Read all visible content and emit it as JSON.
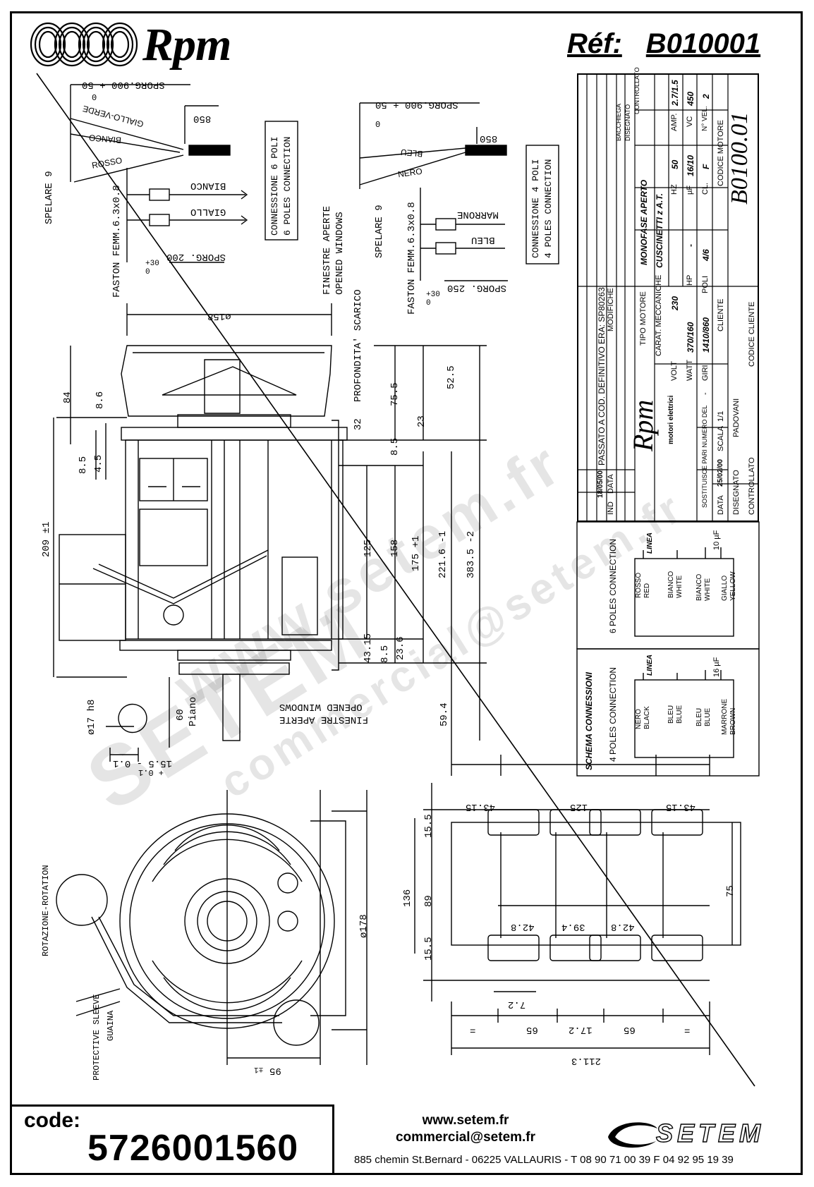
{
  "header": {
    "brand": "Rpm",
    "reference_label": "Réf:",
    "reference_value": "B010001"
  },
  "connection_6": {
    "title_line1": "CONNESSIONE 6 POLI",
    "title_line2": "6 POLES CONNECTION",
    "wire_gv": "GIALLO-VERDE",
    "wire_bianco": "BIANCO",
    "wire_rosso": "ROSSO",
    "term_bianco": "BIANCO",
    "term_giallo": "GIALLO",
    "sporg_top": "SPORG.900 + 50",
    "sporg_top_tol": "0",
    "sporg_bottom": "SPORG. 200",
    "sporg_bottom_tol1": "+30",
    "sporg_bottom_tol2": "0",
    "dim_850": "850",
    "spelare": "SPELARE 9",
    "fastom": "FASTON FEMM.6.3x0.8"
  },
  "connection_4": {
    "title_line1": "CONNESSIONE 4 POLI",
    "title_line2": "4 POLES CONNECTION",
    "wire_bleu": "BLEU",
    "wire_nero": "NERO",
    "term_marrone": "MARRONE",
    "term_bleu": "BLEU",
    "sporg_top": "SPORG.900 + 50",
    "sporg_top_tol": "0",
    "sporg_bottom": "SPORG. 250",
    "sporg_bottom_tol1": "+30",
    "sporg_bottom_tol2": "0",
    "dim_850": "850",
    "spelare": "SPELARE 9",
    "fastom": "FASTON FEMM.6.3x0.8"
  },
  "side_view": {
    "finestre1": "FINESTRE APERTE",
    "finestre2": "OPENED WINDOWS",
    "profondita": "PROFONDITA' SCARICO",
    "dia158": "ø158",
    "d84": "84",
    "d86": "8.6",
    "d85": "8.5",
    "d45": "4.5",
    "d209": "209 ±1",
    "d32": "32",
    "d755": "75.5",
    "d23": "23",
    "d85b": "8.5",
    "d525": "52.5",
    "d125": "125",
    "d158": "158",
    "d175": "175 +1",
    "d2216": "221.6 -1",
    "d3835": "383.5 -2",
    "d4315": "43.15",
    "d85c": "8.5",
    "d236": "23.6",
    "d594": "59.4",
    "d60": "60",
    "piano": "Piano",
    "d17": "ø17 h8",
    "d155": "15.5 - 0.1",
    "d155tol": "+ 0.1",
    "bottom_finestre1": "FINESTRE APERTE",
    "bottom_finestre2": "OPENED WINDOWS"
  },
  "front_view": {
    "rotazione": "ROTAZIONE-ROTATION",
    "sleeve": "PROTECTIVE SLEEVE",
    "guaina": "GUAINA",
    "dia178": "ø178",
    "d95": "95",
    "d95tol": "±1"
  },
  "base_view": {
    "d4315a": "43.15",
    "d125": "125",
    "d4315b": "43.15",
    "d155a": "15.5",
    "d136": "136",
    "d89": "89",
    "d155b": "15.5",
    "d75": "75",
    "d428a": "42.8",
    "d394": "39.4",
    "d428b": "42.8",
    "d72": "7.2",
    "eq1": "=",
    "d65a": "65",
    "d172": "17.2",
    "d65b": "65",
    "eq2": "=",
    "d2113": "211.3"
  },
  "title_block": {
    "rev_row_date": "18/05/00",
    "rev_row_text": "PASSATO A COD. DEFINITIVO ERA: SP80263",
    "col_ind": "IND",
    "col_data": "DATA",
    "col_modifiche": "MODIFICHE",
    "col_bacchiega": "BACCHIEGA",
    "col_disegnato": "DISEGNATO",
    "col_controllato": "CONTROLLATO",
    "brand": "Rpm",
    "brand_sub": "motori elettrici",
    "tipo_motore_label": "TIPO MOTORE",
    "tipo_motore_value": "MONOFASE APERTO",
    "carat_label": "CARAT. MECCANICHE",
    "carat_value": "CUSCINETTI z A.T.",
    "volt_label": "VOLT",
    "volt_value": "230",
    "hz_label": "HZ",
    "hz_value": "50",
    "amp_label": "AMP.",
    "amp_value": "2.7/1.5",
    "watt_label": "WATT",
    "watt_value": "370/160",
    "hp_label": "HP",
    "hp_value": "-",
    "uf_label": "µF",
    "uf_value": "16/10",
    "vc_label": "VC",
    "vc_value": "450",
    "giri_label": "GIRI",
    "giri_value": "1410/860",
    "poli_label": "POLI",
    "poli_value": "4/6",
    "cl_label": "CL.",
    "cl_value": "F",
    "nvel_label": "N° VEL.",
    "nvel_value": "2",
    "sostituisce_label": "SOSTITUISCE PARI NUMERO DEL",
    "sostituisce_value": "-",
    "cliente_label": "CLIENTE",
    "data_label": "DATA",
    "data_value": "25/02/00",
    "scala_label": "SCALA",
    "scala_value": "1/1",
    "disegnato_label": "DISEGNATO",
    "disegnato_value": "PADOVANI",
    "controllato_label": "CONTROLLATO",
    "codice_cliente_label": "CODICE CLIENTE",
    "codice_motore_label": "CODICE MOTORE",
    "codice_motore_value": "B0100.01"
  },
  "schema": {
    "title": "SCHEMA CONNESSIONI",
    "six_title": "6 POLES CONNECTION",
    "six_rosso": "ROSSO",
    "six_red": "RED",
    "six_bianco": "BIANCO",
    "six_white": "WHITE",
    "six_bianco2": "BIANCO",
    "six_white2": "WHITE",
    "six_giallo": "GIALLO",
    "six_yellow": "YELLOW",
    "six_cap": "10 µF",
    "linea1": "LINEA",
    "four_title": "4 POLES CONNECTION",
    "four_nero": "NERO",
    "four_black": "BLACK",
    "four_bleu": "BLEU",
    "four_blue": "BLUE",
    "four_bleu2": "BLEU",
    "four_blue2": "BLUE",
    "four_marrone": "MARRONE",
    "four_brown": "BROWN",
    "four_cap": "16 µF",
    "linea2": "LINEA"
  },
  "watermarks": {
    "w1": "www.setem.fr",
    "w2": "SETEM",
    "w3": "commercial@setem.fr"
  },
  "footer": {
    "code_label": "code:",
    "code_value": "5726001560",
    "website": "www.setem.fr",
    "email": "commercial@setem.fr",
    "address": "885 chemin St.Bernard  -  06225 VALLAURIS  -  T 08 90 71 00 39   F 04 92 95 19 39",
    "setem_brand": "SETEM"
  }
}
